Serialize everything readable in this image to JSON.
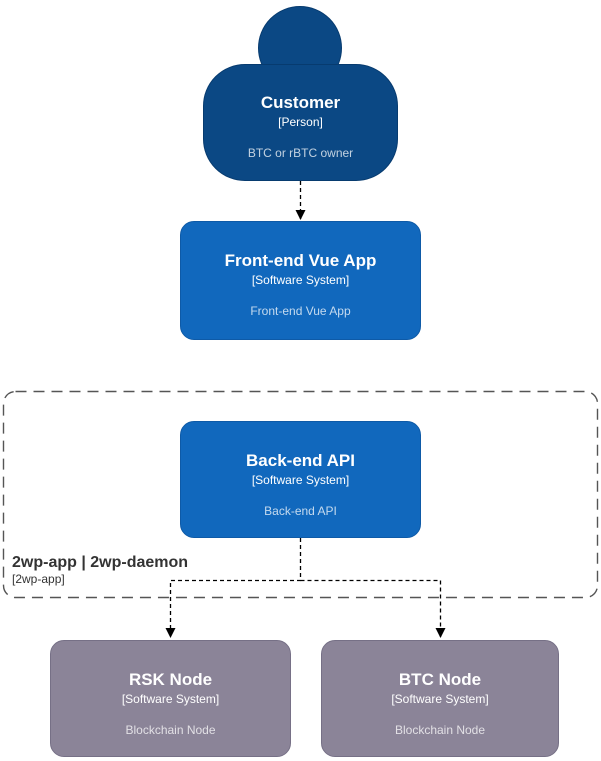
{
  "diagram": {
    "kind": "c4-context-diagram",
    "nodes": {
      "customer": {
        "name": "Customer",
        "type": "[Person]",
        "description": "BTC or rBTC owner"
      },
      "frontend": {
        "name": "Front-end Vue App",
        "type": "[Software System]",
        "description": "Front-end Vue App"
      },
      "backend": {
        "name": "Back-end API",
        "type": "[Software System]",
        "description": "Back-end API"
      },
      "rsk_node": {
        "name": "RSK Node",
        "type": "[Software System]",
        "description": "Blockchain Node"
      },
      "btc_node": {
        "name": "BTC Node",
        "type": "[Software System]",
        "description": "Blockchain Node"
      }
    },
    "boundary": {
      "title": "2wp-app | 2wp-daemon",
      "subtitle": "[2wp-app]"
    },
    "colors": {
      "person_fill": "#0b4884",
      "person_border": "#073b6f",
      "system_fill": "#1168bd",
      "external_node_fill": "#8b8498",
      "boundary_border": "#555555",
      "boundary_text": "#333333",
      "connector": "#000000"
    }
  }
}
